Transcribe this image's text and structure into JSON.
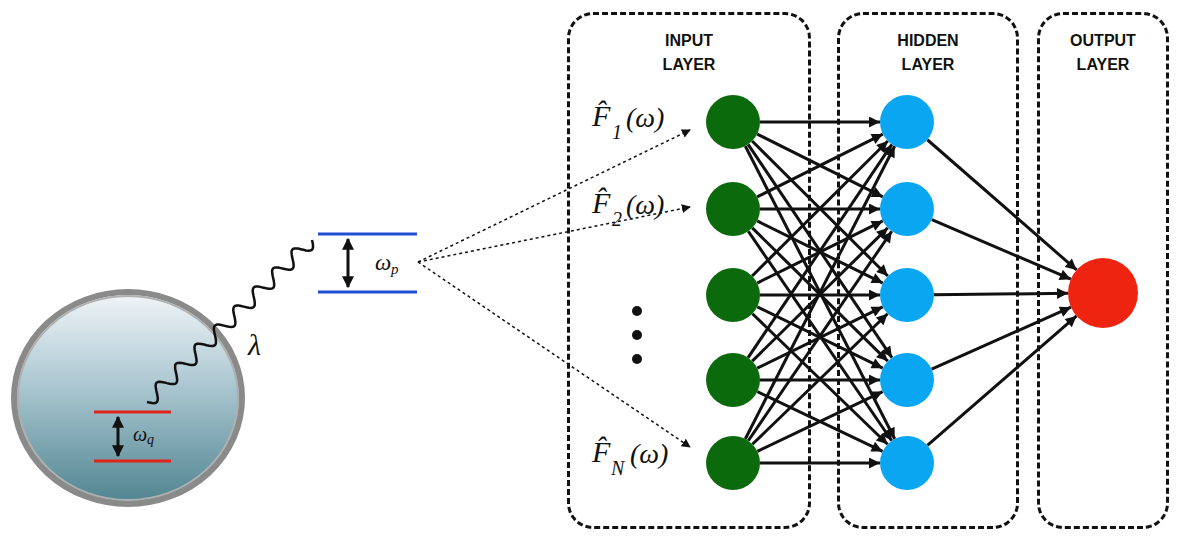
{
  "diagram": {
    "nodes": [
      {
        "text": [
          "INPUT LAYER"
        ]
      },
      {
        "text": [
          "HIDDEN LAYER"
        ]
      },
      {
        "text": [
          "OUTPUT LAYER"
        ]
      }
    ],
    "labels": [
      "F̂",
      "1",
      "(ω)",
      "F̂",
      "2",
      "(ω)",
      "F̂",
      "N",
      "(ω)",
      "ω",
      "p",
      "ω",
      "q",
      "λ"
    ]
  }
}
